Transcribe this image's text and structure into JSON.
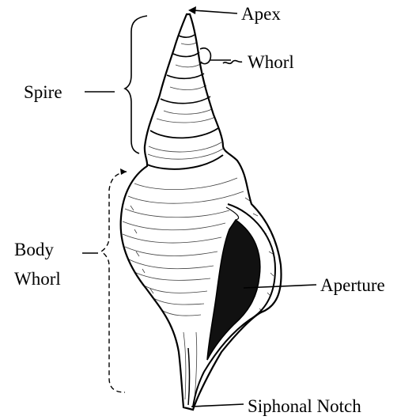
{
  "labels": {
    "apex": "Apex",
    "whorl": "Whorl",
    "spire": "Spire",
    "body_line1": "Body",
    "body_line2": "Whorl",
    "aperture": "Aperture",
    "siphonal_notch": "Siphonal Notch"
  }
}
